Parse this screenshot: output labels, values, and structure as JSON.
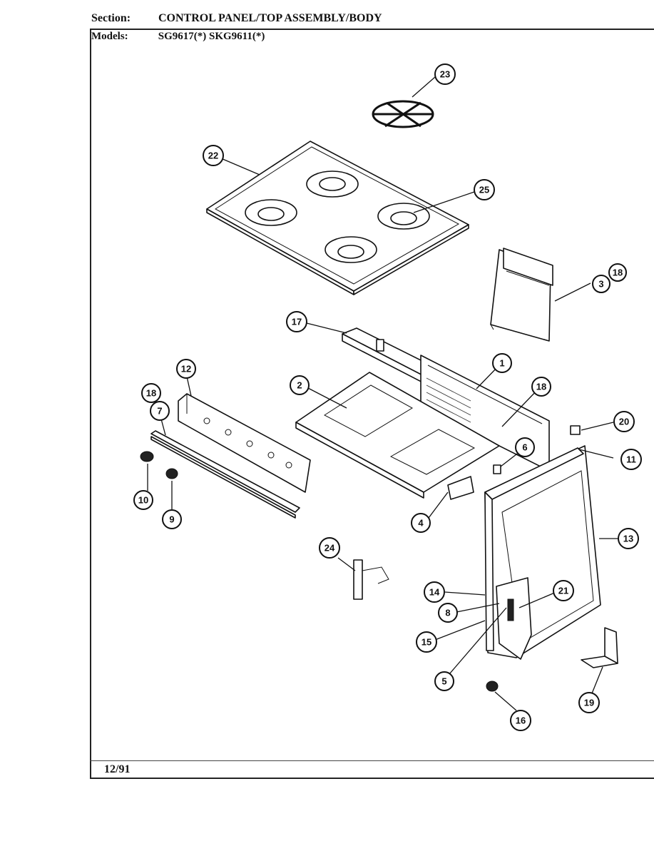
{
  "header": {
    "section_label": "Section:",
    "section_title": "CONTROL PANEL/TOP ASSEMBLY/BODY",
    "models_label": "Models:",
    "models_value": "SG9617(*)  SKG9611(*)"
  },
  "footer": {
    "date_code": "12/91"
  },
  "callouts": [
    "1",
    "2",
    "3",
    "4",
    "5",
    "6",
    "7",
    "8",
    "9",
    "10",
    "11",
    "12",
    "13",
    "14",
    "15",
    "16",
    "17",
    "18",
    "18",
    "18",
    "19",
    "20",
    "21",
    "22",
    "23",
    "24",
    "25"
  ]
}
